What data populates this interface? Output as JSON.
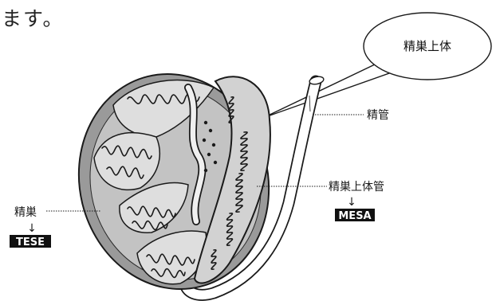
{
  "intro_text": "ます。",
  "labels": {
    "epididymis_callout": "精巣上体",
    "vas_deferens": "精管",
    "epididymal_duct": "精巣上体管",
    "testis": "精巣"
  },
  "procedures": {
    "mesa": "MESA",
    "tese": "TESE"
  },
  "arrow_glyph": "↓",
  "icons": {
    "arrow": "down-arrow"
  },
  "colors": {
    "ink": "#1a1a1a",
    "shade_dark": "#8f8f8f",
    "shade_mid": "#bdbdbd",
    "shade_light": "#dcdcdc",
    "box_bg": "#111111"
  }
}
